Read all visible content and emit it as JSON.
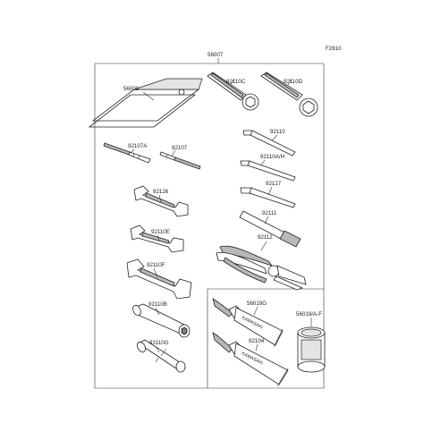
{
  "figure_code": "F2810",
  "parts": {
    "kit": "56007",
    "bag": "56008",
    "box_wrench_c": "92110C",
    "box_wrench_d": "92110D",
    "driver_a": "92107A",
    "driver": "92107",
    "hex_key": "92110",
    "hex_key_ah": "92110A/H",
    "hex_key_2": "92127",
    "handle": "92111",
    "pliers": "92112",
    "wrench_126": "92126",
    "wrench_e": "92110E",
    "wrench_f": "92110F",
    "socket_b": "92110B",
    "socket_g": "92110G",
    "grease_g": "56019G",
    "grease_tube": "92104",
    "grease_can": "56019/A-F"
  },
  "tube_print": [
    "KAWASAKI",
    "KAWASAKI"
  ]
}
